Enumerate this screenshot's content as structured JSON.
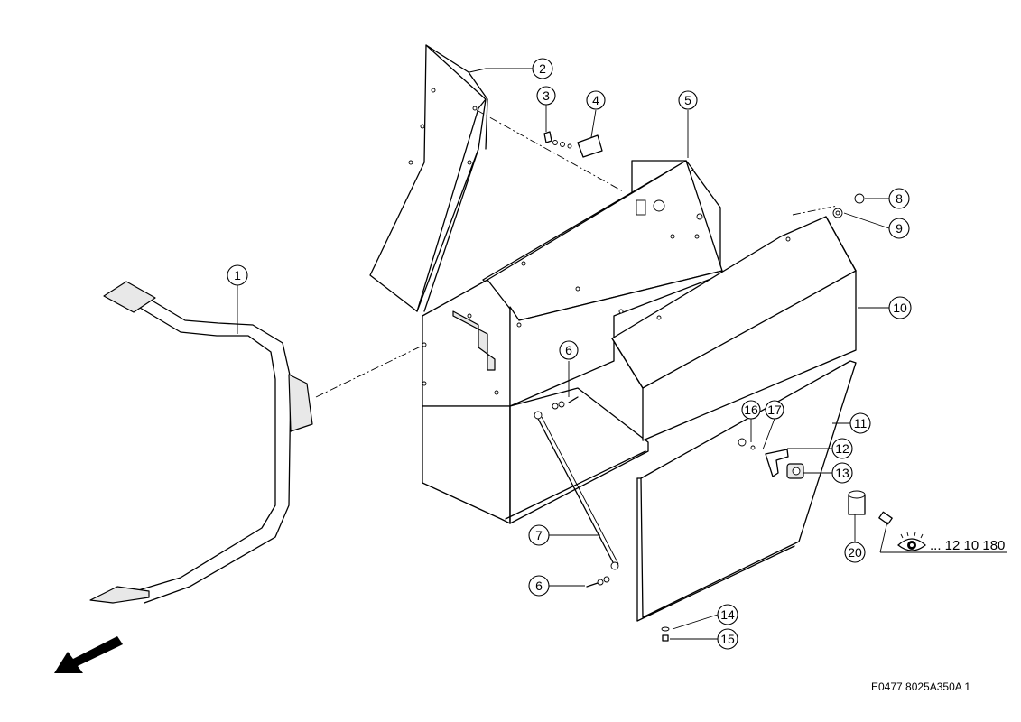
{
  "callouts": [
    {
      "id": "1",
      "label": "1"
    },
    {
      "id": "2",
      "label": "2"
    },
    {
      "id": "3",
      "label": "3"
    },
    {
      "id": "4",
      "label": "4"
    },
    {
      "id": "5",
      "label": "5"
    },
    {
      "id": "6a",
      "label": "6"
    },
    {
      "id": "6b",
      "label": "6"
    },
    {
      "id": "7",
      "label": "7"
    },
    {
      "id": "8",
      "label": "8"
    },
    {
      "id": "9",
      "label": "9"
    },
    {
      "id": "10",
      "label": "10"
    },
    {
      "id": "11",
      "label": "11"
    },
    {
      "id": "12",
      "label": "12"
    },
    {
      "id": "13",
      "label": "13"
    },
    {
      "id": "14",
      "label": "14"
    },
    {
      "id": "15",
      "label": "15"
    },
    {
      "id": "16",
      "label": "16"
    },
    {
      "id": "17",
      "label": "17"
    },
    {
      "id": "20",
      "label": "20"
    }
  ],
  "reference_text": "... 12 10 180",
  "drawing_number": "E0477 8025A350A 1",
  "icons": {
    "reference": "eye-icon",
    "direction": "direction-arrow-icon"
  }
}
